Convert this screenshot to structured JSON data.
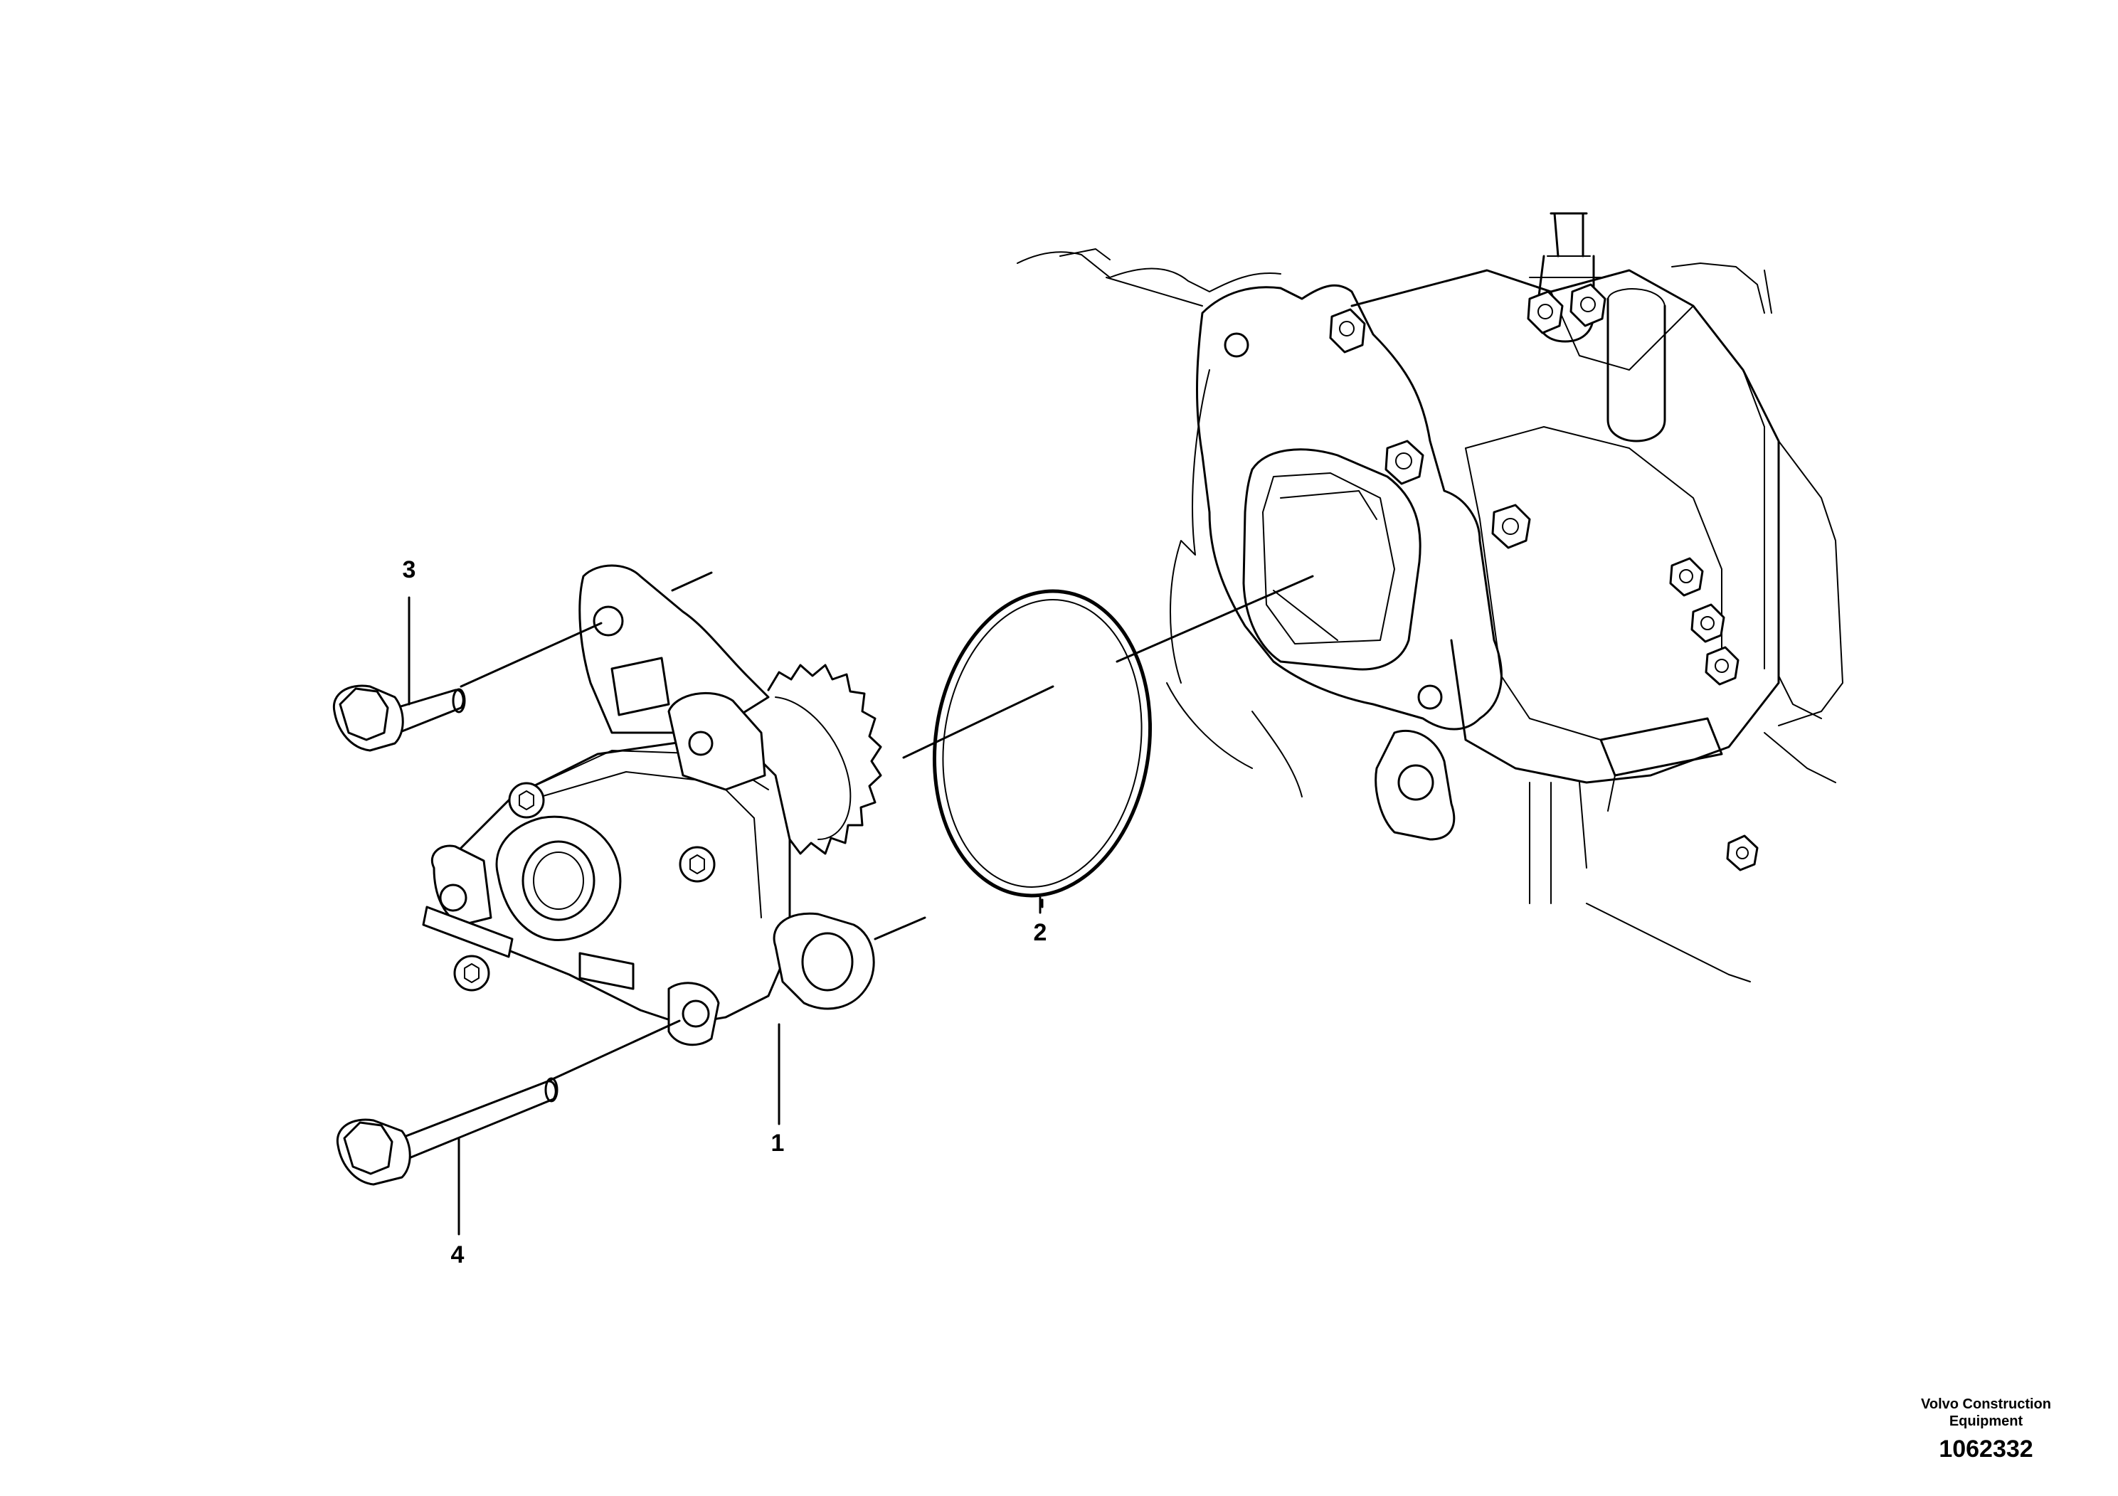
{
  "callouts": [
    {
      "id": "1",
      "label": "1"
    },
    {
      "id": "2",
      "label": "2"
    },
    {
      "id": "3",
      "label": "3"
    },
    {
      "id": "4",
      "label": "4"
    }
  ],
  "caption": {
    "brand_line1": "Volvo Construction",
    "brand_line2": "Equipment",
    "drawing_number": "1062332"
  }
}
